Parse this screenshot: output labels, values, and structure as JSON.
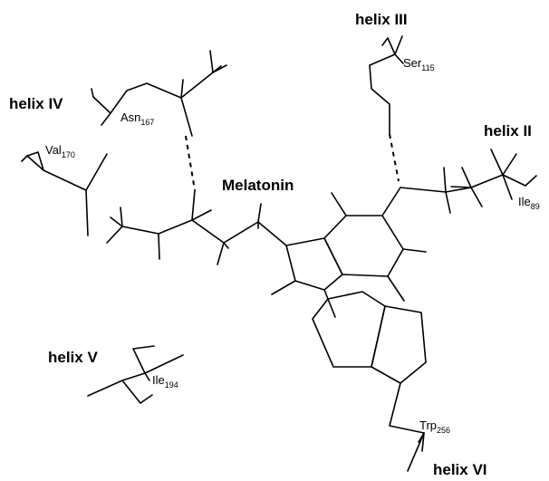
{
  "ligand": {
    "name": "Melatonin"
  },
  "helices": [
    {
      "id": "helix-iii",
      "label": "helix III"
    },
    {
      "id": "helix-ii",
      "label": "helix II"
    },
    {
      "id": "helix-iv",
      "label": "helix IV"
    },
    {
      "id": "helix-v",
      "label": "helix V"
    },
    {
      "id": "helix-vi",
      "label": "helix VI"
    }
  ],
  "residues": [
    {
      "id": "ser115",
      "name": "Ser",
      "number": "115"
    },
    {
      "id": "asn167",
      "name": "Asn",
      "number": "167"
    },
    {
      "id": "val170",
      "name": "Val",
      "number": "170"
    },
    {
      "id": "ile89",
      "name": "Ile",
      "number": "89"
    },
    {
      "id": "ile194",
      "name": "Ile",
      "number": "194"
    },
    {
      "id": "trp256",
      "name": "Trp",
      "number": "256"
    }
  ],
  "interactions": [
    {
      "id": "hbond-asn167",
      "type": "hydrogen-bond",
      "residue": "Asn167"
    },
    {
      "id": "hbond-ser115",
      "type": "hydrogen-bond",
      "residue": "Ser115"
    }
  ]
}
